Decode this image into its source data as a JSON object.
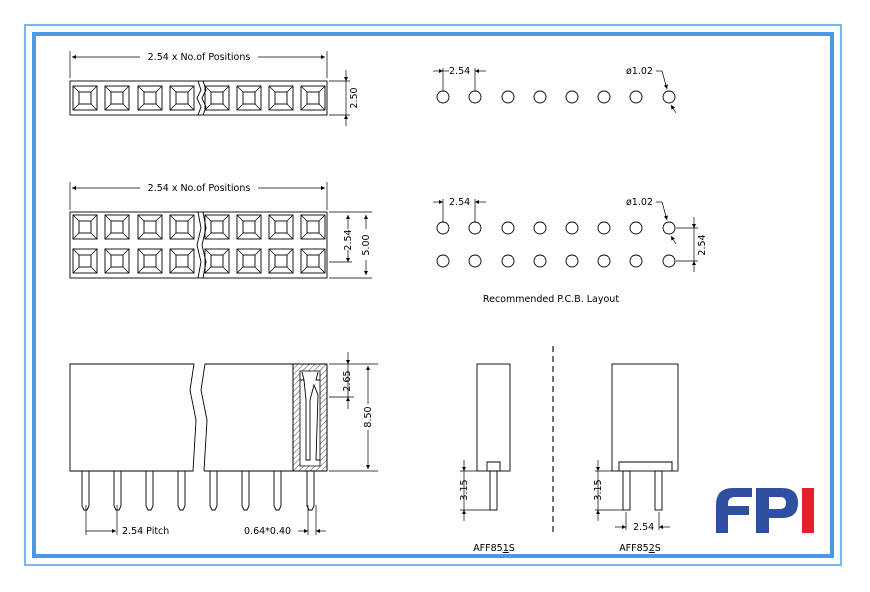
{
  "labels": {
    "positions_top": "2.54 x No.of Positions",
    "positions_mid": "2.54 x No.of Positions",
    "height_250": "2.50",
    "height_254": "2.54",
    "height_500": "5.00",
    "pcb_pitch_1": "2.54",
    "pcb_hole_1": "ø1.02",
    "pcb_pitch_2": "2.54",
    "pcb_hole_2": "ø1.02",
    "pcb_row_pitch": "2.54",
    "pcb_caption": "Recommended P.C.B. Layout",
    "height_265": "2.65",
    "height_850": "8.50",
    "pitch_label": "2.54 Pitch",
    "pin_size": "0.64*0.40",
    "tail_315_a": "3.15",
    "tail_315_b": "3.15",
    "dual_pitch": "2.54",
    "part_single_pre": "AFF85",
    "part_single_num": "1",
    "part_single_post": "S",
    "part_dual_pre": "AFF85",
    "part_dual_num": "2",
    "part_dual_post": "S"
  },
  "logo": {
    "text": "FPI",
    "letters_blue": "FP",
    "letter_red": "I"
  },
  "colors": {
    "frame_outer": "#7cb5ea",
    "frame_inner": "#4a9ae6",
    "logo_blue": "#2f4fa0",
    "logo_red": "#e2202b"
  }
}
